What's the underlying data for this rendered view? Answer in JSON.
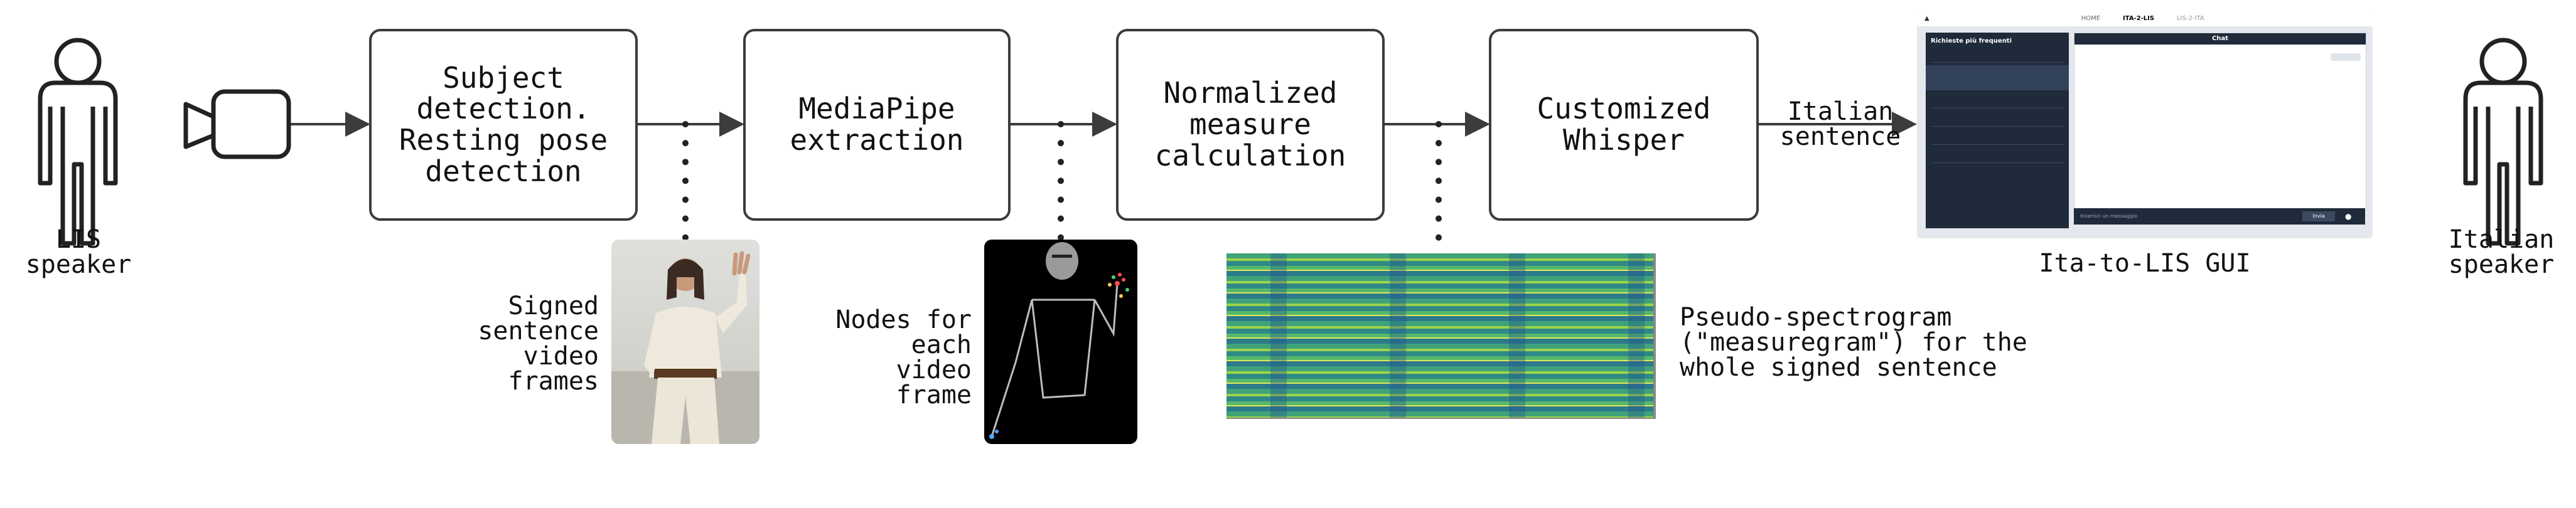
{
  "actors": {
    "left_label": "LIS\nspeaker",
    "right_label": "Italian\nspeaker"
  },
  "steps": [
    {
      "label": "Subject\ndetection.\nResting pose\ndetection"
    },
    {
      "label": "MediaPipe\nextraction"
    },
    {
      "label": "Normalized\nmeasure\ncalculation"
    },
    {
      "label": "Customized\nWhisper"
    }
  ],
  "edge_labels": {
    "output": "Italian\nsentence"
  },
  "annotations": {
    "video_frames": "Signed\nsentence\nvideo\nframes",
    "nodes": "Nodes for\neach video\nframe",
    "measuregram": "Pseudo-spectrogram\n(\"measuregram\") for the\nwhole signed sentence",
    "gui": "Ita-to-LIS GUI"
  },
  "gui": {
    "nav": [
      "HOME",
      "ITA-2-LIS",
      "LIS-2-ITA"
    ],
    "faq_title": "Richieste più frequenti",
    "chat_title": "Chat",
    "send_label": "Invia",
    "input_placeholder": "Inserisci un messaggio"
  },
  "colors": {
    "stroke": "#3c3c3c",
    "gui_dark": "#1f2a3a",
    "gui_bg": "#e4e8ee"
  }
}
